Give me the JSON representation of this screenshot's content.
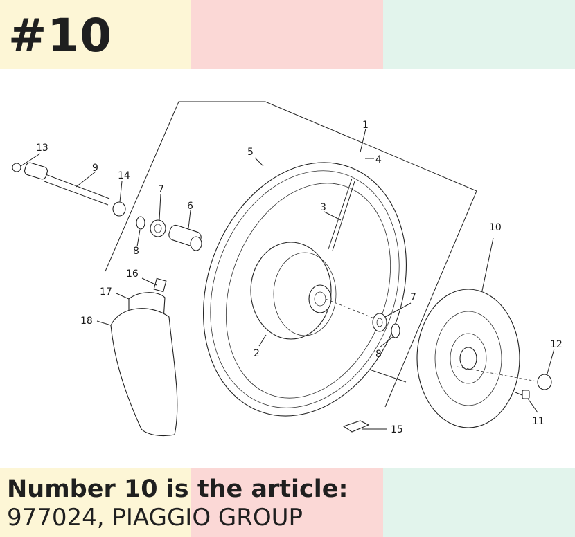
{
  "header": {
    "title": "#10"
  },
  "colors": {
    "band_left": "#fdf6d6",
    "band_middle": "#fbd8d6",
    "band_right": "#e2f4ec",
    "text": "#1f1f1f"
  },
  "caption": {
    "line1": "Number 10 is the article:",
    "line2": "977024, PIAGGIO GROUP"
  },
  "diagram": {
    "callouts": [
      "1",
      "2",
      "3",
      "4",
      "5",
      "6",
      "7",
      "7",
      "8",
      "8",
      "9",
      "10",
      "11",
      "12",
      "13",
      "14",
      "15",
      "16",
      "17",
      "18"
    ]
  }
}
